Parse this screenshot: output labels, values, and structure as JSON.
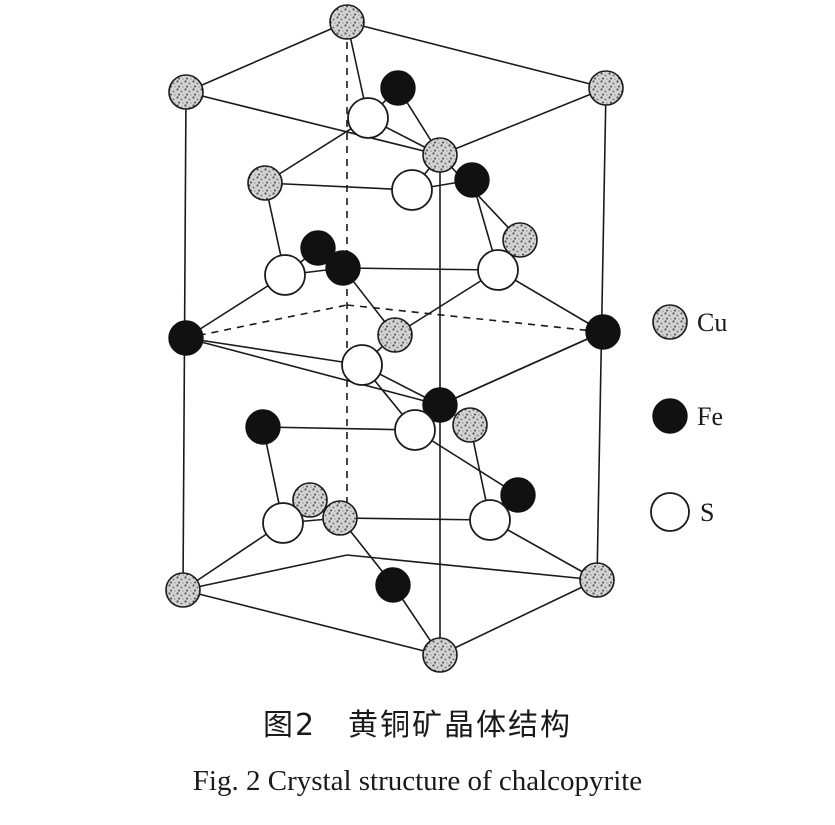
{
  "legend": {
    "items": [
      {
        "element": "Cu",
        "label": "Cu",
        "style": "speckled-gray"
      },
      {
        "element": "Fe",
        "label": "Fe",
        "style": "solid-black"
      },
      {
        "element": "S",
        "label": "S",
        "style": "hollow-white"
      }
    ]
  },
  "caption": {
    "chinese": "图2　黄铜矿晶体结构",
    "english": "Fig. 2    Crystal structure of chalcopyrite"
  },
  "colors": {
    "line": "#1a1a1a",
    "fe": "#111111",
    "cu_fill": "#c8c8c8",
    "s_fill": "#ffffff",
    "background": "#ffffff"
  }
}
